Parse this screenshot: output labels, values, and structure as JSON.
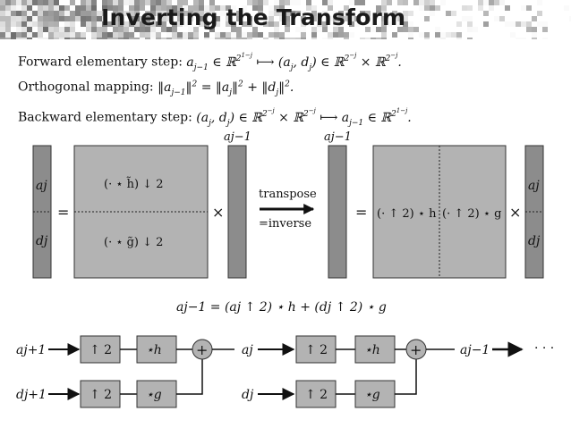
{
  "slide": {
    "title": "Inverting the Transform"
  },
  "lines": {
    "forward_label": "Forward elementary step:",
    "forward_eq": "aj−1 ∈ ℝ^(2^(1−j)) ⟼ (aj, dj) ∈ ℝ^(2^(−j)) × ℝ^(2^(−j)).",
    "orthogonal_label": "Orthogonal mapping:",
    "orthogonal_eq": "‖aj−1‖² = ‖aj‖² + ‖dj‖².",
    "backward_label": "Backward elementary step:",
    "backward_eq": "(aj, dj) ∈ ℝ^(2^(−j)) × ℝ^(2^(−j)) ⟼ aj−1 ∈ ℝ^(2^(1−j))."
  },
  "matrix_diagram": {
    "left_vector_top": "aj",
    "left_vector_bottom": "dj",
    "equals_1": "=",
    "forward_top": "(· ⋆ h̃) ↓ 2",
    "forward_bottom": "(· ⋆ g̃) ↓ 2",
    "times_1": "×",
    "vector_label_1": "aj−1",
    "arrow_top": "transpose",
    "arrow_bottom": "=inverse",
    "vector_label_2": "aj−1",
    "equals_2": "=",
    "backward_left": "(· ↑ 2) ⋆ h",
    "backward_right": "(· ↑ 2) ⋆ g",
    "times_2": "×",
    "right_vector_top": "aj",
    "right_vector_bottom": "dj"
  },
  "reconstruction_formula": "aj−1 = (aj ↑ 2) ⋆ h + (dj ↑ 2) ⋆ g",
  "filter_bank": {
    "stage1_in_top": "aj+1",
    "stage1_in_bottom": "dj+1",
    "up1_top": "↑ 2",
    "up1_bottom": "↑ 2",
    "conv1_top": "⋆h",
    "conv1_bottom": "⋆g",
    "plus_1": "+",
    "stage2_in_top": "aj",
    "stage2_in_bottom": "dj",
    "up2_top": "↑ 2",
    "up2_bottom": "↑ 2",
    "conv2_top": "⋆h",
    "conv2_bottom": "⋆g",
    "plus_2": "+",
    "output": "aj−1",
    "ellipsis": "· · ·"
  },
  "colors": {
    "box_fill": "#b3b3b3",
    "vector_fill": "#8c8c8c",
    "banner_dark": "#555555"
  }
}
